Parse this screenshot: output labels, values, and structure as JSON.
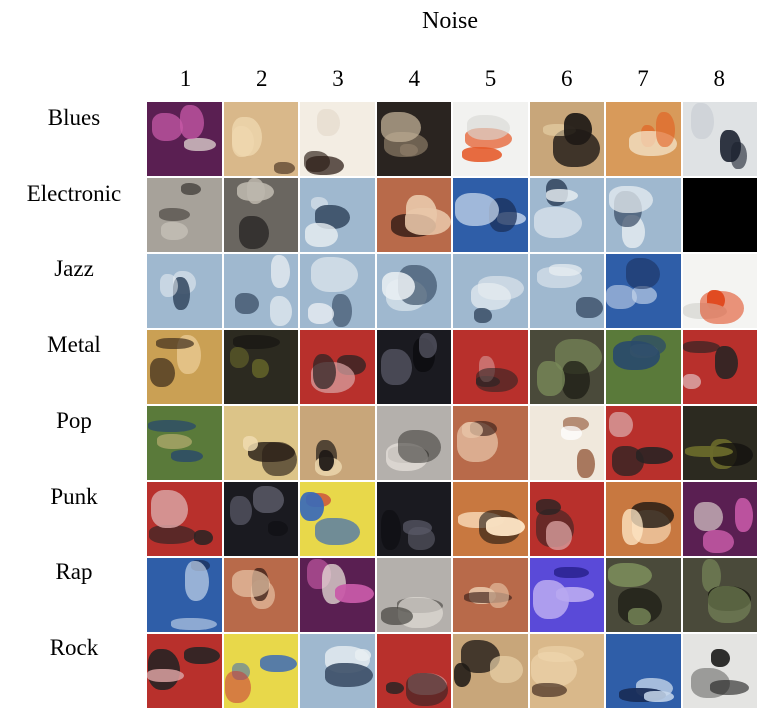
{
  "title": "Noise",
  "columns": [
    "1",
    "2",
    "3",
    "4",
    "5",
    "6",
    "7",
    "8"
  ],
  "rows": [
    "Blues",
    "Electronic",
    "Jazz",
    "Metal",
    "Pop",
    "Punk",
    "Rap",
    "Rock"
  ],
  "cell_palettes": {
    "purple": [
      "#5a1f52",
      "#c85aa8",
      "#e8e0d8"
    ],
    "sand": [
      "#d9b88a",
      "#f0d8b0",
      "#3a2418"
    ],
    "cream": [
      "#f3ede3",
      "#2a1c14",
      "#e6ddd0"
    ],
    "dark": [
      "#2a2420",
      "#8a7a66",
      "#c4b49a"
    ],
    "white": [
      "#f2f2f0",
      "#e55a2a",
      "#d9d9d4"
    ],
    "tan": [
      "#c8a67a",
      "#1f1a16",
      "#e8d2a8"
    ],
    "orange": [
      "#d89a5a",
      "#e25a1a",
      "#f4e6cc"
    ],
    "pale": [
      "#dfe2e4",
      "#1c2230",
      "#c4cad0"
    ],
    "grey": [
      "#a7a29a",
      "#3a3632",
      "#cfcac2"
    ],
    "noisy": [
      "#6a6660",
      "#bdb7ad",
      "#2c2a28"
    ],
    "sky": [
      "#9fb8cf",
      "#e8eef2",
      "#3a4e66"
    ],
    "piano": [
      "#b86a4a",
      "#e8c6a8",
      "#3a1f18"
    ],
    "blue": [
      "#2f5ea8",
      "#c8d8ec",
      "#1a2e58"
    ],
    "black": [
      "#000000",
      "#000000",
      "#000000"
    ],
    "snow": [
      "#f4f4f2",
      "#e0461a",
      "#dcdcd8"
    ],
    "gold": [
      "#caa054",
      "#3a2a1a",
      "#e8c890"
    ],
    "murk": [
      "#2c2a20",
      "#6a6a2a",
      "#141210"
    ],
    "redcol": [
      "#b8302c",
      "#2a2424",
      "#d8a0a0"
    ],
    "night": [
      "#1a1a20",
      "#5a5a68",
      "#0c0c10"
    ],
    "olive": [
      "#4a4a3a",
      "#7a8a5a",
      "#1c1c14"
    ],
    "green": [
      "#5a7a3a",
      "#2a4a6a",
      "#c8b87a"
    ],
    "yellowish": [
      "#dcc488",
      "#2a2018",
      "#f0dcb0"
    ],
    "greyblot": [
      "#b4b0ac",
      "#3a3834",
      "#e0dcd6"
    ],
    "beige": [
      "#f0e8dc",
      "#8a4a2a",
      "#ffffff"
    ],
    "fire": [
      "#c87840",
      "#ffe8c8",
      "#1a1410"
    ],
    "violet": [
      "#5a4ad8",
      "#b8a8f0",
      "#1a1478"
    ],
    "mix": [
      "#e8d84a",
      "#3a6ab8",
      "#c83a3a"
    ],
    "ink": [
      "#e4e4e2",
      "#1a1a1a",
      "#8a8a88"
    ]
  },
  "grid": [
    [
      "purple",
      "sand",
      "cream",
      "dark",
      "white",
      "tan",
      "orange",
      "pale"
    ],
    [
      "grey",
      "noisy",
      "sky",
      "piano",
      "blue",
      "sky",
      "sky",
      "black"
    ],
    [
      "sky",
      "sky",
      "sky",
      "sky",
      "sky",
      "sky",
      "blue",
      "snow"
    ],
    [
      "gold",
      "murk",
      "redcol",
      "night",
      "redcol",
      "olive",
      "green",
      "redcol"
    ],
    [
      "green",
      "yellowish",
      "tan",
      "greyblot",
      "piano",
      "beige",
      "redcol",
      "murk"
    ],
    [
      "redcol",
      "night",
      "mix",
      "night",
      "fire",
      "redcol",
      "fire",
      "purple"
    ],
    [
      "blue",
      "piano",
      "purple",
      "greyblot",
      "piano",
      "violet",
      "olive",
      "olive"
    ],
    [
      "redcol",
      "mix",
      "sky",
      "redcol",
      "tan",
      "sand",
      "blue",
      "ink"
    ]
  ]
}
